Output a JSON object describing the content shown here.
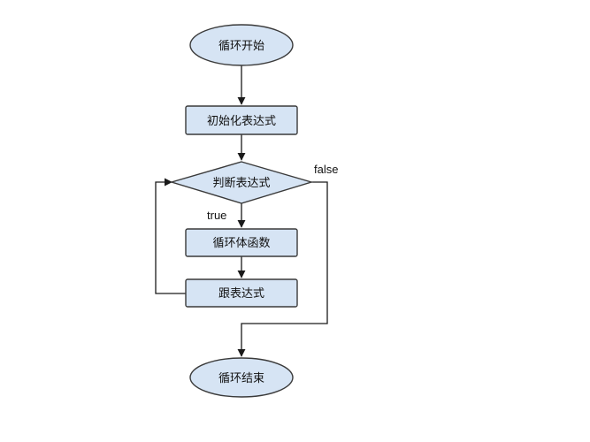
{
  "diagram": {
    "nodes": {
      "loop_start": "循环开始",
      "init_expr": "初始化表达式",
      "cond_expr": "判断表达式",
      "loop_body": "循环体函数",
      "update_expr": "跟表达式",
      "loop_end": "循环结束"
    },
    "edge_labels": {
      "true_label": "true",
      "false_label": "false"
    },
    "colors": {
      "node_fill": "#d6e4f4",
      "node_stroke": "#3a3a3a",
      "line": "#1a1a1a"
    }
  }
}
